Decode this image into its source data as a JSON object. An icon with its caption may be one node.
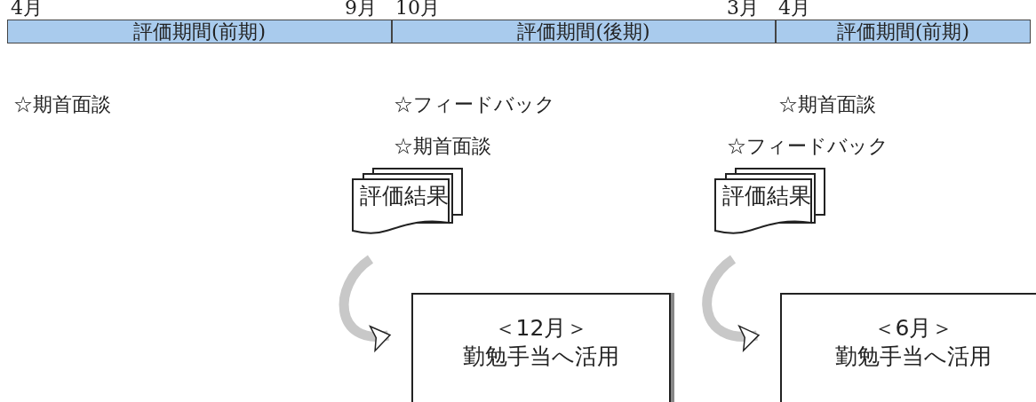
{
  "diagram": {
    "nodes": [
      {
        "text": [
          "評価期間(前期)"
        ]
      },
      {
        "text": [
          "評価期間(後期)"
        ]
      },
      {
        "text": [
          "評価期間(前期)"
        ]
      },
      {
        "text": [
          "評価結果"
        ]
      },
      {
        "text": [
          "＜12月＞",
          "勤勉手当へ活用"
        ]
      },
      {
        "text": [
          "評価結果"
        ]
      },
      {
        "text": [
          "＜6月＞",
          "勤勉手当へ活用"
        ]
      }
    ],
    "edges": [
      {
        "from": 3,
        "to": 4,
        "arrow": "to"
      },
      {
        "from": 5,
        "to": 6,
        "arrow": "to"
      }
    ],
    "labels": [
      "4月",
      "9月",
      "10月",
      "3月",
      "4月",
      "☆期首面談",
      "☆フィードバック",
      "☆期首面談",
      "☆期首面談",
      "☆フィードバック"
    ]
  }
}
